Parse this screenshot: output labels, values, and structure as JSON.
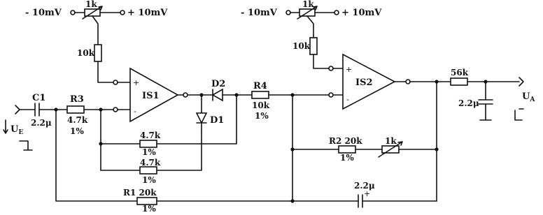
{
  "opamps": {
    "left": "IS1",
    "right": "IS2"
  },
  "offset_trim": {
    "left": {
      "neg": "- 10mV",
      "pot": "1k",
      "pos": "+ 10mV",
      "res": "10k"
    },
    "right": {
      "neg": "- 10mV",
      "pot": "1k",
      "pos": "+ 10mV",
      "res": "10k"
    }
  },
  "input": {
    "cap": "C1",
    "cap_val": "2.2μ",
    "res": "R3",
    "res_val": "4.7k",
    "res_tol": "1%",
    "label": "U",
    "label_sub": "E"
  },
  "diodes": {
    "d2": "D2",
    "d1": "D1"
  },
  "r4": {
    "name": "R4",
    "value": "10k",
    "tol": "1%"
  },
  "feedback_47k_a": {
    "value": "4.7k",
    "tol": "1%"
  },
  "feedback_47k_b": {
    "value": "4.7k",
    "tol": "1%"
  },
  "r1": {
    "label": "R1 20k",
    "tol": "1%"
  },
  "r2": {
    "label": "R2 20k",
    "tol": "1%",
    "pot": "1k"
  },
  "cap_bottom": {
    "value": "2.2μ",
    "plus": "+"
  },
  "output": {
    "res": "56k",
    "cap": "2.2μ",
    "label": "U",
    "label_sub": "A"
  },
  "signs": {
    "plus": "+",
    "minus": "-"
  }
}
